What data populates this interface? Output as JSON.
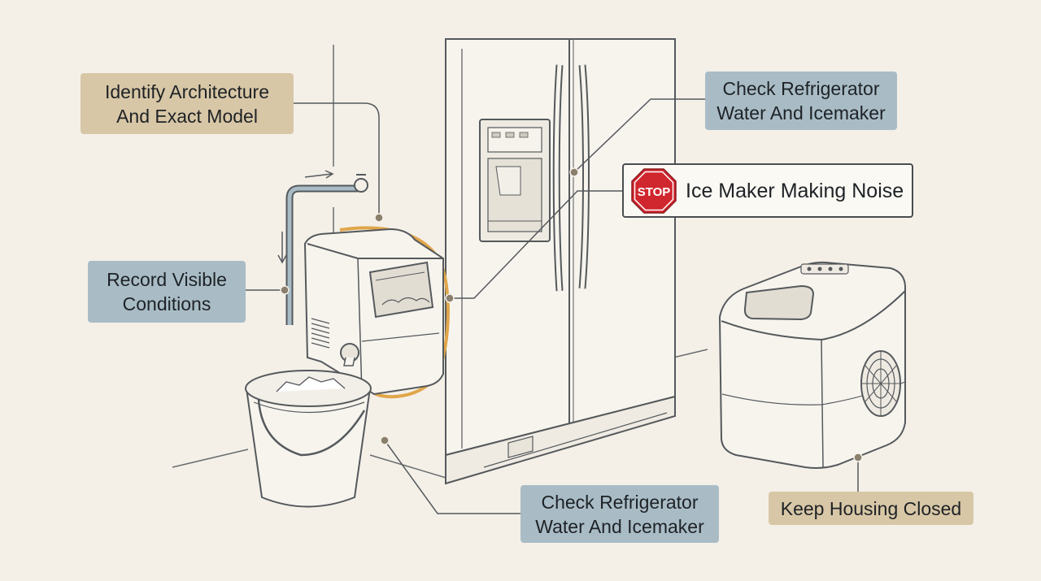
{
  "labels": {
    "identify": {
      "line1": "Identify Architecture",
      "line2": "And Exact Model"
    },
    "check_top": {
      "line1": "Check Refrigerator",
      "line2": "Water And Icemaker"
    },
    "record": {
      "line1": "Record Visible",
      "line2": "Conditions"
    },
    "noise": {
      "stop_text": "STOP",
      "text": "Ice Maker Making Noise"
    },
    "check_bottom": {
      "line1": "Check Refrigerator",
      "line2": "Water And Icemaker"
    },
    "keep": {
      "text": "Keep Housing Closed"
    }
  },
  "colors": {
    "background": "#f4f0e8",
    "label_tan": "#d8c7a6",
    "label_blue": "#a9bcc6",
    "highlight_orange": "#e0a64a",
    "stop_red": "#d0262d",
    "line_ink": "#55595c"
  }
}
